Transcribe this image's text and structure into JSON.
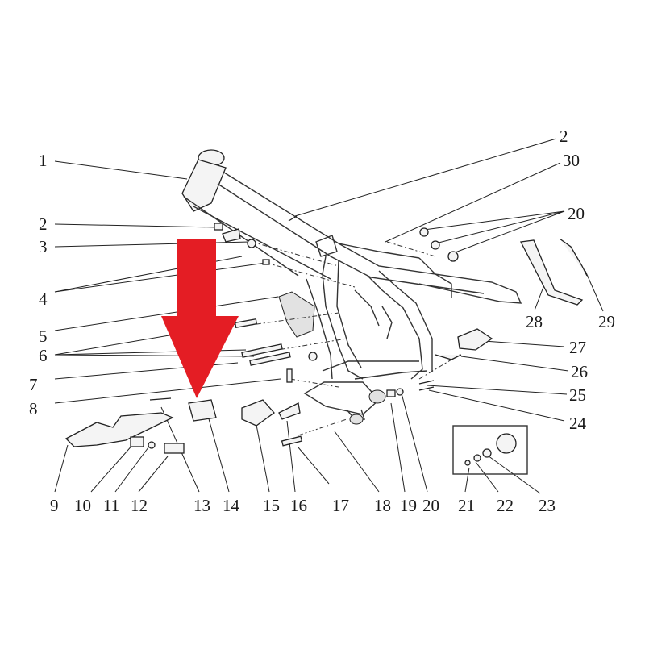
{
  "callouts": [
    {
      "id": "c1",
      "text": "1"
    },
    {
      "id": "c2a",
      "text": "2"
    },
    {
      "id": "c30",
      "text": "30"
    },
    {
      "id": "c20a",
      "text": "20"
    },
    {
      "id": "c2b",
      "text": "2"
    },
    {
      "id": "c3",
      "text": "3"
    },
    {
      "id": "c4",
      "text": "4"
    },
    {
      "id": "c5",
      "text": "5"
    },
    {
      "id": "c6",
      "text": "6"
    },
    {
      "id": "c7",
      "text": "7"
    },
    {
      "id": "c8",
      "text": "8"
    },
    {
      "id": "c28",
      "text": "28"
    },
    {
      "id": "c29",
      "text": "29"
    },
    {
      "id": "c27",
      "text": "27"
    },
    {
      "id": "c26",
      "text": "26"
    },
    {
      "id": "c25",
      "text": "25"
    },
    {
      "id": "c24",
      "text": "24"
    },
    {
      "id": "c9",
      "text": "9"
    },
    {
      "id": "c10",
      "text": "10"
    },
    {
      "id": "c11",
      "text": "11"
    },
    {
      "id": "c12",
      "text": "12"
    },
    {
      "id": "c13",
      "text": "13"
    },
    {
      "id": "c14",
      "text": "14"
    },
    {
      "id": "c15",
      "text": "15"
    },
    {
      "id": "c16",
      "text": "16"
    },
    {
      "id": "c17",
      "text": "17"
    },
    {
      "id": "c18",
      "text": "18"
    },
    {
      "id": "c19",
      "text": "19"
    },
    {
      "id": "c20b",
      "text": "20"
    },
    {
      "id": "c21",
      "text": "21"
    },
    {
      "id": "c22",
      "text": "22"
    },
    {
      "id": "c23",
      "text": "23"
    }
  ],
  "highlight": {
    "color": "#e41d24",
    "icon": "down-arrow-icon",
    "points_to": "14"
  },
  "colors": {
    "line": "#222222",
    "label": "#1a1a1a",
    "background": "#ffffff"
  }
}
